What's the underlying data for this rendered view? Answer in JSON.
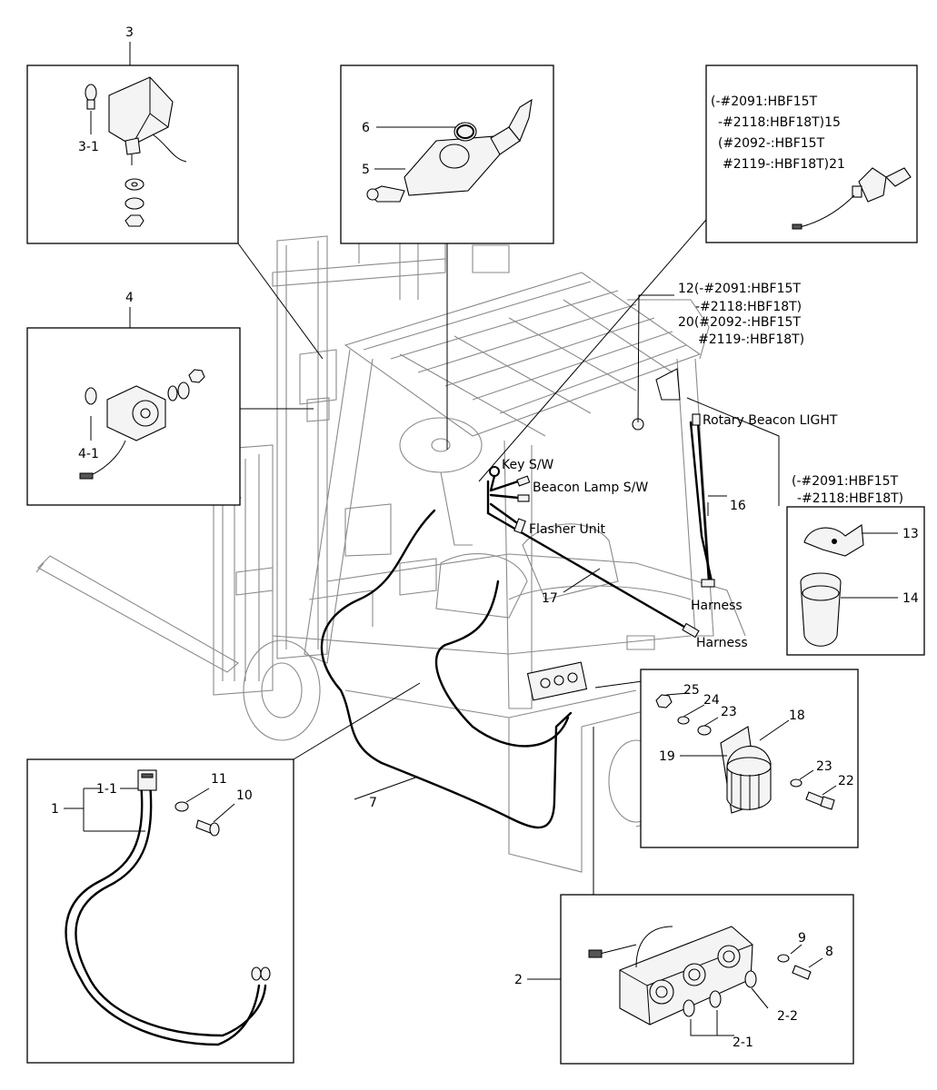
{
  "callouts": {
    "c3": "3",
    "c3_1": "3-1",
    "c4": "4",
    "c4_1": "4-1",
    "c5": "5",
    "c6": "6",
    "variant_a_line1": "(-#2091:HBF15T",
    "variant_a_line2": "-#2118:HBF18T)15",
    "variant_a_line3": "(#2092-:HBF15T",
    "variant_a_line4": "#2119-:HBF18T)21",
    "c12_line1": "12(-#2091:HBF15T",
    "c12_line2": "-#2118:HBF18T)",
    "c20_line1": "20(#2092-:HBF15T",
    "c20_line2": "#2119-:HBF18T)",
    "rotary_beacon": "Rotary Beacon LIGHT",
    "key_sw": "Key S/W",
    "beacon_lamp_sw": "Beacon Lamp S/W",
    "flasher_unit": "Flasher Unit",
    "harness_1": "Harness",
    "harness_2": "Harness",
    "c16": "16",
    "c17": "17",
    "c7": "7",
    "variant_b_line1": "(-#2091:HBF15T",
    "variant_b_line2": "-#2118:HBF18T)",
    "c13": "13",
    "c14": "14",
    "c18": "18",
    "c19": "19",
    "c22": "22",
    "c23a": "23",
    "c23b": "23",
    "c24": "24",
    "c25": "25",
    "c1": "1",
    "c1_1": "1-1",
    "c10": "10",
    "c11": "11",
    "c2": "2",
    "c2_1": "2-1",
    "c2_2": "2-2",
    "c8": "8",
    "c9": "9"
  }
}
